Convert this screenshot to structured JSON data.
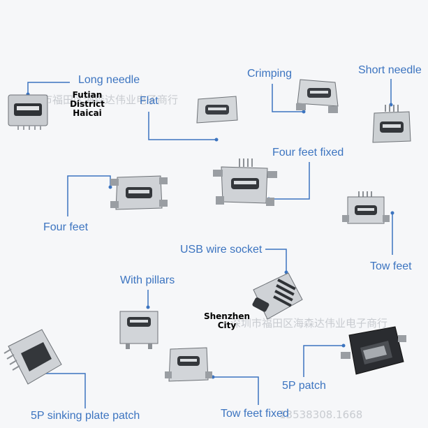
{
  "labels": {
    "long_needle": "Long needle",
    "flat": "Flat",
    "crimping": "Crimping",
    "short_needle": "Short needle",
    "four_feet_fixed": "Four feet fixed",
    "four_feet": "Four feet",
    "tow_feet": "Tow feet",
    "usb_wire_socket": "USB wire socket",
    "with_pillars": "With pillars",
    "five_p_patch": "5P patch",
    "five_p_sinking": "5P sinking plate patch",
    "tow_feet_fixed": "Tow feet fixed"
  },
  "watermarks": {
    "top_left": "Futian District\nHaicai",
    "middle": "Shenzhen\nCity"
  },
  "ghost_text": {
    "top": "深圳市福田区海森达伟业电子商行",
    "middle": "深圳市福田区海森达伟业电子商行",
    "bottom": "13538308.1668"
  },
  "colors": {
    "label": "#3c74c0",
    "metal_light": "#d9dcdf",
    "metal_dark": "#6d7176",
    "background": "#f6f7f9"
  }
}
